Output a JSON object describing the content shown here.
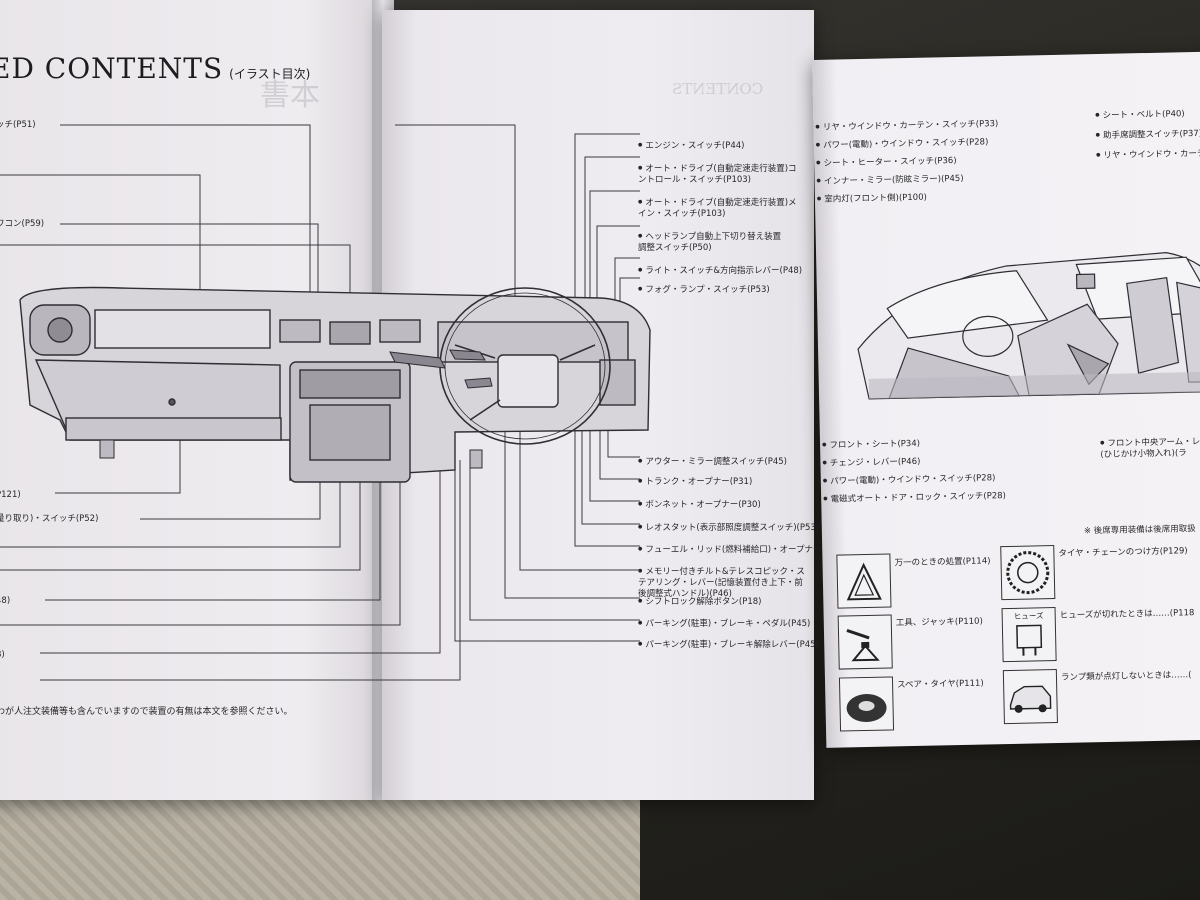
{
  "heading": {
    "title": "ED CONTENTS",
    "subtitle": "(イラスト目次)"
  },
  "left_labels": [
    "ッチ(P51)",
    "ワコン(P59)",
    "P121)",
    "量り取り)・スイッチ(P52)",
    "48)",
    "8)"
  ],
  "left_footnote": "わが人注文装備等も含んでいますので装置の有無は本文を参照ください。",
  "mid_labels_top": [
    "エンジン・スイッチ(P44)",
    "オート・ドライブ(自動定速走行装置)コントロール・スイッチ(P103)",
    "オート・ドライブ(自動定速走行装置)メイン・スイッチ(P103)",
    "ヘッドランプ自動上下切り替え装置調整スイッチ(P50)",
    "ライト・スイッチ&方向指示レバー(P48)",
    "フォグ・ランプ・スイッチ(P53)"
  ],
  "mid_labels_bottom": [
    "アウター・ミラー調整スイッチ(P45)",
    "トランク・オープナー(P31)",
    "ボンネット・オープナー(P30)",
    "レオスタット(表示部照度調整スイッチ)(P53)",
    "フューエル・リッド(燃料補給口)・オープナー(P30)",
    "メモリー付きチルト&テレスコピック・ステアリング・レバー(記憶装置付き上下・前後調整式ハンドル)(P46)",
    "シフトロック解除ボタン(P18)",
    "パーキング(駐車)・ブレーキ・ペダル(P45)",
    "パーキング(駐車)・ブレーキ解除レバー(P45)"
  ],
  "right_labels_top_left": [
    "リヤ・ウインドウ・カーテン・スイッチ(P33)",
    "パワー(電動)・ウインドウ・スイッチ(P28)",
    "シート・ヒーター・スイッチ(P36)",
    "インナー・ミラー(防眩ミラー)(P45)",
    "室内灯(フロント側)(P100)"
  ],
  "right_labels_top_right": [
    "シート・ベルト(P40)",
    "助手席調整スイッチ(P37)",
    "リヤ・ウインドウ・カーテン"
  ],
  "right_labels_bottom": [
    "フロント・シート(P34)",
    "チェンジ・レバー(P46)",
    "パワー(電動)・ウインドウ・スイッチ(P28)",
    "電磁式オート・ドア・ロック・スイッチ(P28)"
  ],
  "right_label_armrest": "フロント中央アーム・レス(ひじかけ小物入れ)(ラ",
  "rear_note": "※ 後席専用装備は後席用取扱",
  "emergency": [
    {
      "label": "万一のときの処置(P114)",
      "icon": "warning-triangle-icon"
    },
    {
      "label": "タイヤ・チェーンのつけ方(P129)",
      "icon": "tire-chain-icon"
    },
    {
      "label": "工具、ジャッキ(P110)",
      "icon": "jack-icon"
    },
    {
      "label": "ヒューズ",
      "icon": "fuse-icon"
    },
    {
      "label": "ヒューズが切れたときは……(P118",
      "icon": "fuse-note"
    },
    {
      "label": "スペア・タイヤ(P111)",
      "icon": "spare-tire-icon"
    },
    {
      "label": "ランプ類が点灯しないときは……(",
      "icon": "car-front-icon"
    }
  ]
}
